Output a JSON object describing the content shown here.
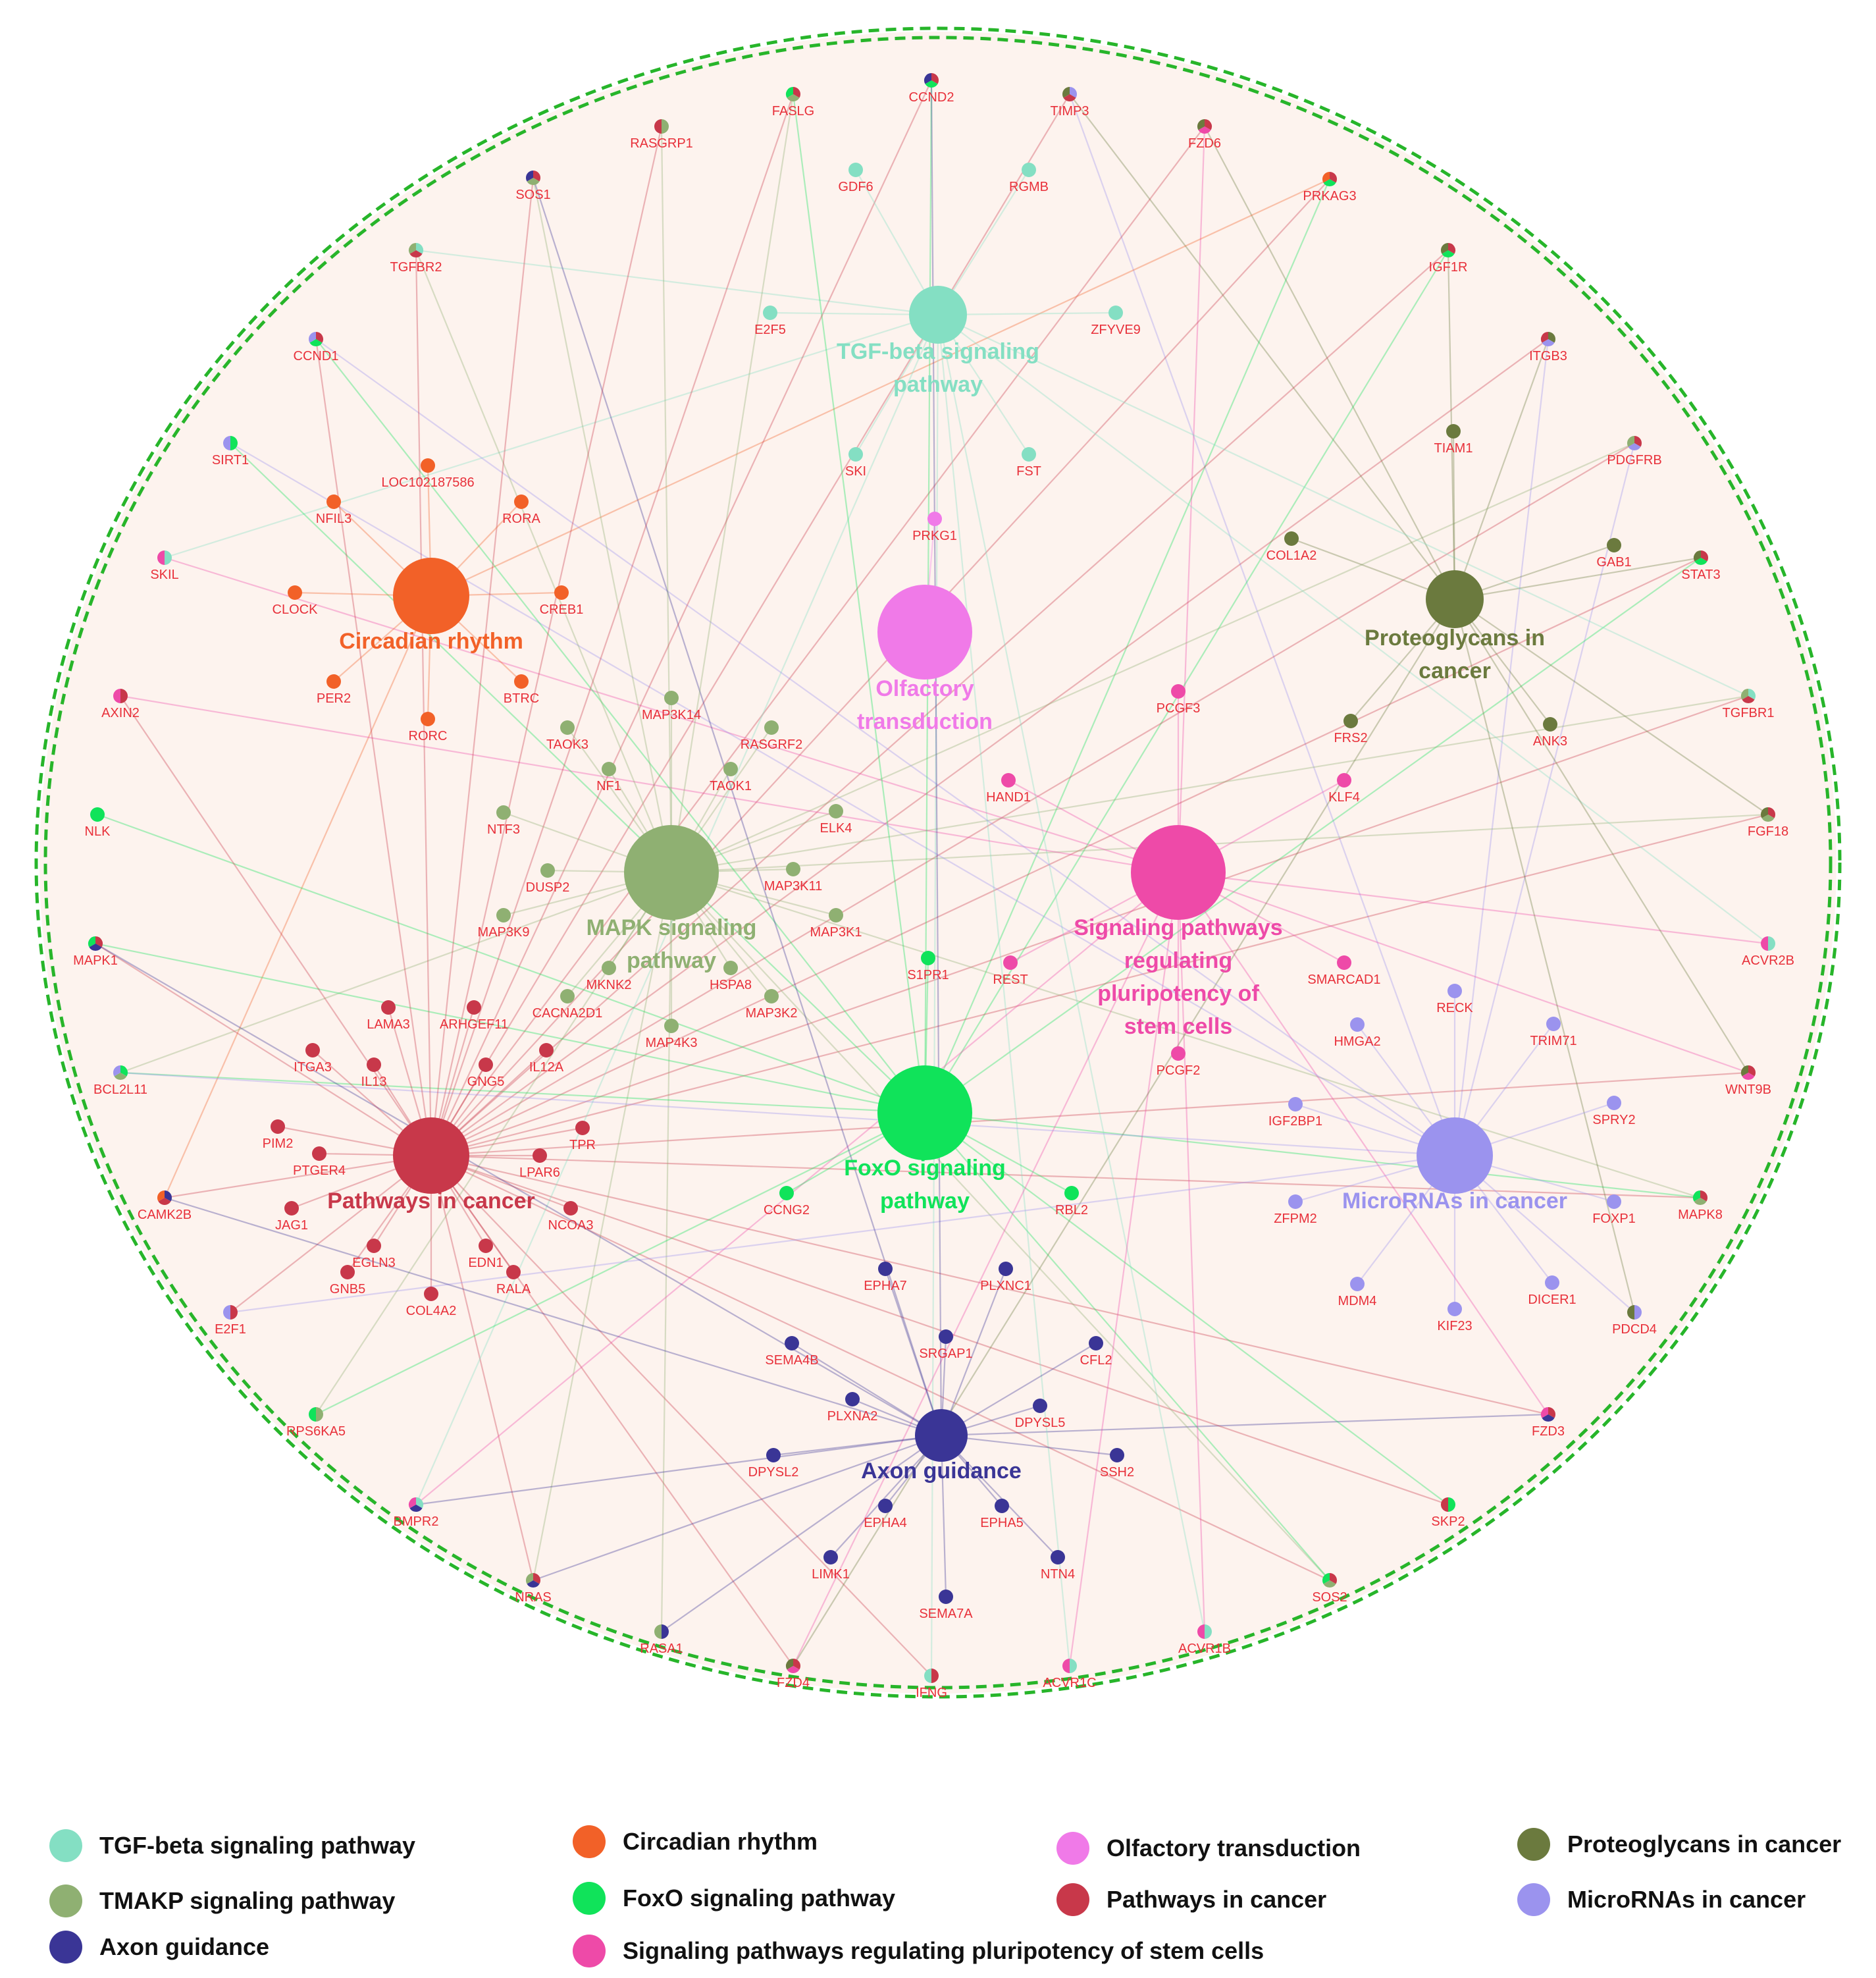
{
  "hubs": [
    {
      "id": "tgf",
      "label": [
        "TGF-beta signaling",
        "pathway"
      ],
      "color": "#84dfc3"
    },
    {
      "id": "circ",
      "label": [
        "Circadian rhythm"
      ],
      "color": "#f26128"
    },
    {
      "id": "olf",
      "label": [
        "Olfactory",
        "transduction"
      ],
      "color": "#f07ae8"
    },
    {
      "id": "prot",
      "label": [
        "Proteoglycans in",
        "cancer"
      ],
      "color": "#6b7a3e"
    },
    {
      "id": "mapk",
      "label": [
        "MAPK signaling",
        "pathway"
      ],
      "color": "#8fb072"
    },
    {
      "id": "plu",
      "label": [
        "Signaling pathways",
        "regulating",
        "pluripotency of",
        "stem cells"
      ],
      "color": "#ee4aa8"
    },
    {
      "id": "foxo",
      "label": [
        "FoxO signaling",
        "pathway"
      ],
      "color": "#10e35a"
    },
    {
      "id": "cancer",
      "label": [
        "Pathways in cancer"
      ],
      "color": "#c8384a"
    },
    {
      "id": "mir",
      "label": [
        "MicroRNAs in cancer"
      ],
      "color": "#9b93ee"
    },
    {
      "id": "axon",
      "label": [
        "Axon guidance"
      ],
      "color": "#3a3596"
    }
  ],
  "genes": [
    {
      "label": "TIMP3",
      "hubs": [
        "mir",
        "cancer",
        "prot"
      ]
    },
    {
      "label": "FZD6",
      "hubs": [
        "cancer",
        "plu",
        "prot"
      ]
    },
    {
      "label": "PRKAG3",
      "hubs": [
        "cancer",
        "foxo",
        "circ"
      ]
    },
    {
      "label": "IGF1R",
      "hubs": [
        "cancer",
        "foxo",
        "prot"
      ]
    },
    {
      "label": "ITGB3",
      "hubs": [
        "prot",
        "mir",
        "cancer"
      ]
    },
    {
      "label": "PDGFRB",
      "hubs": [
        "cancer",
        "mir",
        "mapk"
      ]
    },
    {
      "label": "STAT3",
      "hubs": [
        "cancer",
        "foxo",
        "prot"
      ]
    },
    {
      "label": "TGFBR1",
      "hubs": [
        "tgf",
        "cancer",
        "mapk"
      ]
    },
    {
      "label": "FGF18",
      "hubs": [
        "cancer",
        "mapk",
        "prot"
      ]
    },
    {
      "label": "ACVR2B",
      "hubs": [
        "tgf",
        "plu"
      ]
    },
    {
      "label": "WNT9B",
      "hubs": [
        "cancer",
        "plu",
        "prot"
      ]
    },
    {
      "label": "MAPK8",
      "hubs": [
        "cancer",
        "mapk",
        "foxo"
      ]
    },
    {
      "label": "PDCD4",
      "hubs": [
        "mir",
        "prot"
      ]
    },
    {
      "label": "FZD3",
      "hubs": [
        "cancer",
        "axon",
        "plu"
      ]
    },
    {
      "label": "SKP2",
      "hubs": [
        "foxo",
        "cancer"
      ]
    },
    {
      "label": "SOS2",
      "hubs": [
        "cancer",
        "mapk",
        "foxo"
      ]
    },
    {
      "label": "ACVR1B",
      "hubs": [
        "tgf",
        "plu"
      ]
    },
    {
      "label": "ACVR1C",
      "hubs": [
        "tgf",
        "plu"
      ]
    },
    {
      "label": "IFNG",
      "hubs": [
        "cancer",
        "tgf"
      ]
    },
    {
      "label": "FZD4",
      "hubs": [
        "cancer",
        "plu",
        "prot"
      ]
    },
    {
      "label": "RASA1",
      "hubs": [
        "axon",
        "mapk"
      ]
    },
    {
      "label": "NRAS",
      "hubs": [
        "cancer",
        "axon",
        "mapk"
      ]
    },
    {
      "label": "BMPR2",
      "hubs": [
        "tgf",
        "axon",
        "plu"
      ]
    },
    {
      "label": "RPS6KA5",
      "hubs": [
        "mapk",
        "foxo"
      ]
    },
    {
      "label": "E2F1",
      "hubs": [
        "cancer",
        "mir"
      ]
    },
    {
      "label": "CAMK2B",
      "hubs": [
        "axon",
        "cancer",
        "circ"
      ]
    },
    {
      "label": "BCL2L11",
      "hubs": [
        "foxo",
        "mapk",
        "mir"
      ]
    },
    {
      "label": "MAPK1",
      "hubs": [
        "cancer",
        "axon",
        "foxo"
      ]
    },
    {
      "label": "NLK",
      "hubs": [
        "foxo"
      ]
    },
    {
      "label": "AXIN2",
      "hubs": [
        "cancer",
        "plu"
      ]
    },
    {
      "label": "SKIL",
      "hubs": [
        "tgf",
        "plu"
      ]
    },
    {
      "label": "SIRT1",
      "hubs": [
        "foxo",
        "mir"
      ]
    },
    {
      "label": "CCND1",
      "hubs": [
        "cancer",
        "foxo",
        "mir"
      ]
    },
    {
      "label": "TGFBR2",
      "hubs": [
        "tgf",
        "cancer",
        "mapk"
      ]
    },
    {
      "label": "SOS1",
      "hubs": [
        "cancer",
        "mapk",
        "axon"
      ]
    },
    {
      "label": "RASGRP1",
      "hubs": [
        "mapk",
        "cancer"
      ]
    },
    {
      "label": "FASLG",
      "hubs": [
        "cancer",
        "mapk",
        "foxo"
      ]
    },
    {
      "label": "CCND2",
      "hubs": [
        "cancer",
        "foxo",
        "axon"
      ]
    },
    {
      "label": "GDF6",
      "hubs": [
        "tgf"
      ]
    },
    {
      "label": "RGMB",
      "hubs": [
        "tgf"
      ]
    },
    {
      "label": "E2F5",
      "hubs": [
        "tgf"
      ]
    },
    {
      "label": "ZFYVE9",
      "hubs": [
        "tgf"
      ]
    },
    {
      "label": "SKI",
      "hubs": [
        "tgf"
      ]
    },
    {
      "label": "FST",
      "hubs": [
        "tgf"
      ]
    },
    {
      "label": "PRKG1",
      "hubs": [
        "olf"
      ]
    },
    {
      "label": "LOC102187586",
      "hubs": [
        "circ"
      ]
    },
    {
      "label": "NFIL3",
      "hubs": [
        "circ"
      ]
    },
    {
      "label": "RORA",
      "hubs": [
        "circ"
      ]
    },
    {
      "label": "CLOCK",
      "hubs": [
        "circ"
      ]
    },
    {
      "label": "CREB1",
      "hubs": [
        "circ"
      ]
    },
    {
      "label": "PER2",
      "hubs": [
        "circ"
      ]
    },
    {
      "label": "BTRC",
      "hubs": [
        "circ"
      ]
    },
    {
      "label": "RORC",
      "hubs": [
        "circ"
      ]
    },
    {
      "label": "TIAM1",
      "hubs": [
        "prot"
      ]
    },
    {
      "label": "COL1A2",
      "hubs": [
        "prot"
      ]
    },
    {
      "label": "GAB1",
      "hubs": [
        "prot"
      ]
    },
    {
      "label": "FRS2",
      "hubs": [
        "prot"
      ]
    },
    {
      "label": "ANK3",
      "hubs": [
        "prot"
      ]
    },
    {
      "label": "PCGF3",
      "hubs": [
        "plu"
      ]
    },
    {
      "label": "HAND1",
      "hubs": [
        "plu"
      ]
    },
    {
      "label": "KLF4",
      "hubs": [
        "plu"
      ]
    },
    {
      "label": "SMARCAD1",
      "hubs": [
        "plu"
      ]
    },
    {
      "label": "REST",
      "hubs": [
        "plu"
      ]
    },
    {
      "label": "PCGF2",
      "hubs": [
        "plu"
      ]
    },
    {
      "label": "MAP3K14",
      "hubs": [
        "mapk"
      ]
    },
    {
      "label": "TAOK3",
      "hubs": [
        "mapk"
      ]
    },
    {
      "label": "RASGRF2",
      "hubs": [
        "mapk"
      ]
    },
    {
      "label": "NF1",
      "hubs": [
        "mapk"
      ]
    },
    {
      "label": "TAOK1",
      "hubs": [
        "mapk"
      ]
    },
    {
      "label": "ELK4",
      "hubs": [
        "mapk"
      ]
    },
    {
      "label": "NTF3",
      "hubs": [
        "mapk"
      ]
    },
    {
      "label": "DUSP2",
      "hubs": [
        "mapk"
      ]
    },
    {
      "label": "MAP3K11",
      "hubs": [
        "mapk"
      ]
    },
    {
      "label": "MAP3K9",
      "hubs": [
        "mapk"
      ]
    },
    {
      "label": "MAP3K1",
      "hubs": [
        "mapk"
      ]
    },
    {
      "label": "MKNK2",
      "hubs": [
        "mapk"
      ]
    },
    {
      "label": "HSPA8",
      "hubs": [
        "mapk"
      ]
    },
    {
      "label": "CACNA2D1",
      "hubs": [
        "mapk"
      ]
    },
    {
      "label": "MAP3K2",
      "hubs": [
        "mapk"
      ]
    },
    {
      "label": "MAP4K3",
      "hubs": [
        "mapk"
      ]
    },
    {
      "label": "S1PR1",
      "hubs": [
        "foxo"
      ]
    },
    {
      "label": "CCNG2",
      "hubs": [
        "foxo"
      ]
    },
    {
      "label": "RBL2",
      "hubs": [
        "foxo"
      ]
    },
    {
      "label": "RECK",
      "hubs": [
        "mir"
      ]
    },
    {
      "label": "HMGA2",
      "hubs": [
        "mir"
      ]
    },
    {
      "label": "TRIM71",
      "hubs": [
        "mir"
      ]
    },
    {
      "label": "IGF2BP1",
      "hubs": [
        "mir"
      ]
    },
    {
      "label": "SPRY2",
      "hubs": [
        "mir"
      ]
    },
    {
      "label": "ZFPM2",
      "hubs": [
        "mir"
      ]
    },
    {
      "label": "FOXP1",
      "hubs": [
        "mir"
      ]
    },
    {
      "label": "MDM4",
      "hubs": [
        "mir"
      ]
    },
    {
      "label": "KIF23",
      "hubs": [
        "mir"
      ]
    },
    {
      "label": "DICER1",
      "hubs": [
        "mir"
      ]
    },
    {
      "label": "LAMA3",
      "hubs": [
        "cancer"
      ]
    },
    {
      "label": "ARHGEF11",
      "hubs": [
        "cancer"
      ]
    },
    {
      "label": "ITGA3",
      "hubs": [
        "cancer"
      ]
    },
    {
      "label": "IL13",
      "hubs": [
        "cancer"
      ]
    },
    {
      "label": "GNG5",
      "hubs": [
        "cancer"
      ]
    },
    {
      "label": "IL12A",
      "hubs": [
        "cancer"
      ]
    },
    {
      "label": "PIM2",
      "hubs": [
        "cancer"
      ]
    },
    {
      "label": "PTGER4",
      "hubs": [
        "cancer"
      ]
    },
    {
      "label": "TPR",
      "hubs": [
        "cancer"
      ]
    },
    {
      "label": "LPAR6",
      "hubs": [
        "cancer"
      ]
    },
    {
      "label": "JAG1",
      "hubs": [
        "cancer"
      ]
    },
    {
      "label": "NCOA3",
      "hubs": [
        "cancer"
      ]
    },
    {
      "label": "EGLN3",
      "hubs": [
        "cancer"
      ]
    },
    {
      "label": "EDN1",
      "hubs": [
        "cancer"
      ]
    },
    {
      "label": "GNB5",
      "hubs": [
        "cancer"
      ]
    },
    {
      "label": "RALA",
      "hubs": [
        "cancer"
      ]
    },
    {
      "label": "COL4A2",
      "hubs": [
        "cancer"
      ]
    },
    {
      "label": "EPHA7",
      "hubs": [
        "axon"
      ]
    },
    {
      "label": "PLXNC1",
      "hubs": [
        "axon"
      ]
    },
    {
      "label": "SEMA4B",
      "hubs": [
        "axon"
      ]
    },
    {
      "label": "SRGAP1",
      "hubs": [
        "axon"
      ]
    },
    {
      "label": "CFL2",
      "hubs": [
        "axon"
      ]
    },
    {
      "label": "PLXNA2",
      "hubs": [
        "axon"
      ]
    },
    {
      "label": "DPYSL5",
      "hubs": [
        "axon"
      ]
    },
    {
      "label": "DPYSL2",
      "hubs": [
        "axon"
      ]
    },
    {
      "label": "SSH2",
      "hubs": [
        "axon"
      ]
    },
    {
      "label": "EPHA4",
      "hubs": [
        "axon"
      ]
    },
    {
      "label": "EPHA5",
      "hubs": [
        "axon"
      ]
    },
    {
      "label": "LIMK1",
      "hubs": [
        "axon"
      ]
    },
    {
      "label": "NTN4",
      "hubs": [
        "axon"
      ]
    },
    {
      "label": "SEMA7A",
      "hubs": [
        "axon"
      ]
    }
  ],
  "legend": [
    {
      "label": "TGF-beta signaling pathway",
      "color": "#84dfc3"
    },
    {
      "label": "Circadian rhythm",
      "color": "#f26128"
    },
    {
      "label": "Olfactory transduction",
      "color": "#f07ae8"
    },
    {
      "label": "Proteoglycans in cancer",
      "color": "#6b7a3e"
    },
    {
      "label": "TMAKP signaling pathway",
      "color": "#8fb072"
    },
    {
      "label": "FoxO signaling pathway",
      "color": "#10e35a"
    },
    {
      "label": "Pathways in cancer",
      "color": "#c8384a"
    },
    {
      "label": "MicroRNAs in cancer",
      "color": "#9b93ee"
    },
    {
      "label": "Axon guidance",
      "color": "#3a3596"
    },
    {
      "label": "Signaling pathways regulating pluripotency of stem cells",
      "color": "#ee4aa8"
    }
  ]
}
